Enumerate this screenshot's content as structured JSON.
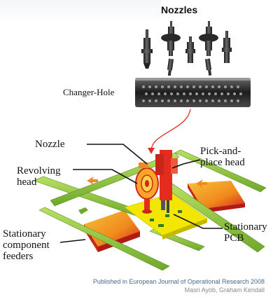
{
  "title": "Nozzles",
  "labels": {
    "changer_hole": "Changer-Hole",
    "nozzle": "Nozzle",
    "revolving_head": "Revolving\nhead",
    "pick_and_place_head": "Pick-and-\nplace head",
    "stationary_pcb": "Stationary\nPCB",
    "stationary_feeders": "Stationary\ncomponent\nfeeders"
  },
  "credits": {
    "line1": "Published in European Journal of Operational Research 2008",
    "line2": "Masri Ayob, Graham Kendall"
  },
  "colors": {
    "rail_green": "#8cc63f",
    "head_red": "#e32b1e",
    "pcb_yellow": "#f3e600",
    "feeder_orange": "#f08a1c",
    "nozzle_dark": "#2b2b2b",
    "credit_blue": "#4a6a8a"
  }
}
